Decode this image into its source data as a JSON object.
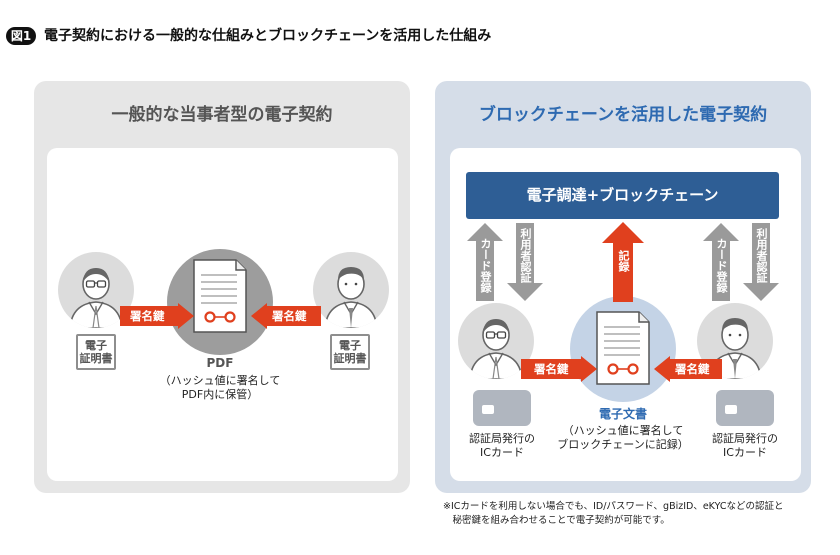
{
  "figure": {
    "badge": "図1",
    "title": "電子契約における一般的な仕組みとブロックチェーンを活用した仕組み"
  },
  "left_panel": {
    "heading": "一般的な当事者型の電子契約",
    "left_cert": [
      "電子",
      "証明書"
    ],
    "right_cert": [
      "電子",
      "証明書"
    ],
    "left_arrow_label": "署名鍵",
    "right_arrow_label": "署名鍵",
    "doc_label": "PDF",
    "doc_caption": [
      "（ハッシュ値に署名して",
      "PDF内に保管）"
    ]
  },
  "right_panel": {
    "heading": "ブロックチェーンを活用した電子契約",
    "bar_label": "電子調達+ブロックチェーン",
    "left_up_arrow": "カード登録",
    "left_down_arrow": "利用者認証",
    "center_up_arrow": "記録",
    "right_up_arrow": "カード登録",
    "right_down_arrow": "利用者認証",
    "left_arrow_label": "署名鍵",
    "right_arrow_label": "署名鍵",
    "doc_label": "電子文書",
    "doc_caption": [
      "（ハッシュ値に署名して",
      "ブロックチェーンに記録）"
    ],
    "left_caption": [
      "認証局発行の",
      "ICカード"
    ],
    "right_caption": [
      "認証局発行の",
      "ICカード"
    ]
  },
  "footnote": [
    "※ICカードを利用しない場合でも、ID/パスワード、gBizID、eKYCなどの認証と",
    "　秘密鍵を組み合わせることで電子契約が可能です。"
  ],
  "colors": {
    "red": "#e0401e",
    "blue_bar": "#2e5e95",
    "heading_blue": "#2e6ab1",
    "gray_arrow": "#9a9a9a",
    "left_panel_bg": "#e6e6e6",
    "right_panel_bg": "#d5dde8"
  }
}
